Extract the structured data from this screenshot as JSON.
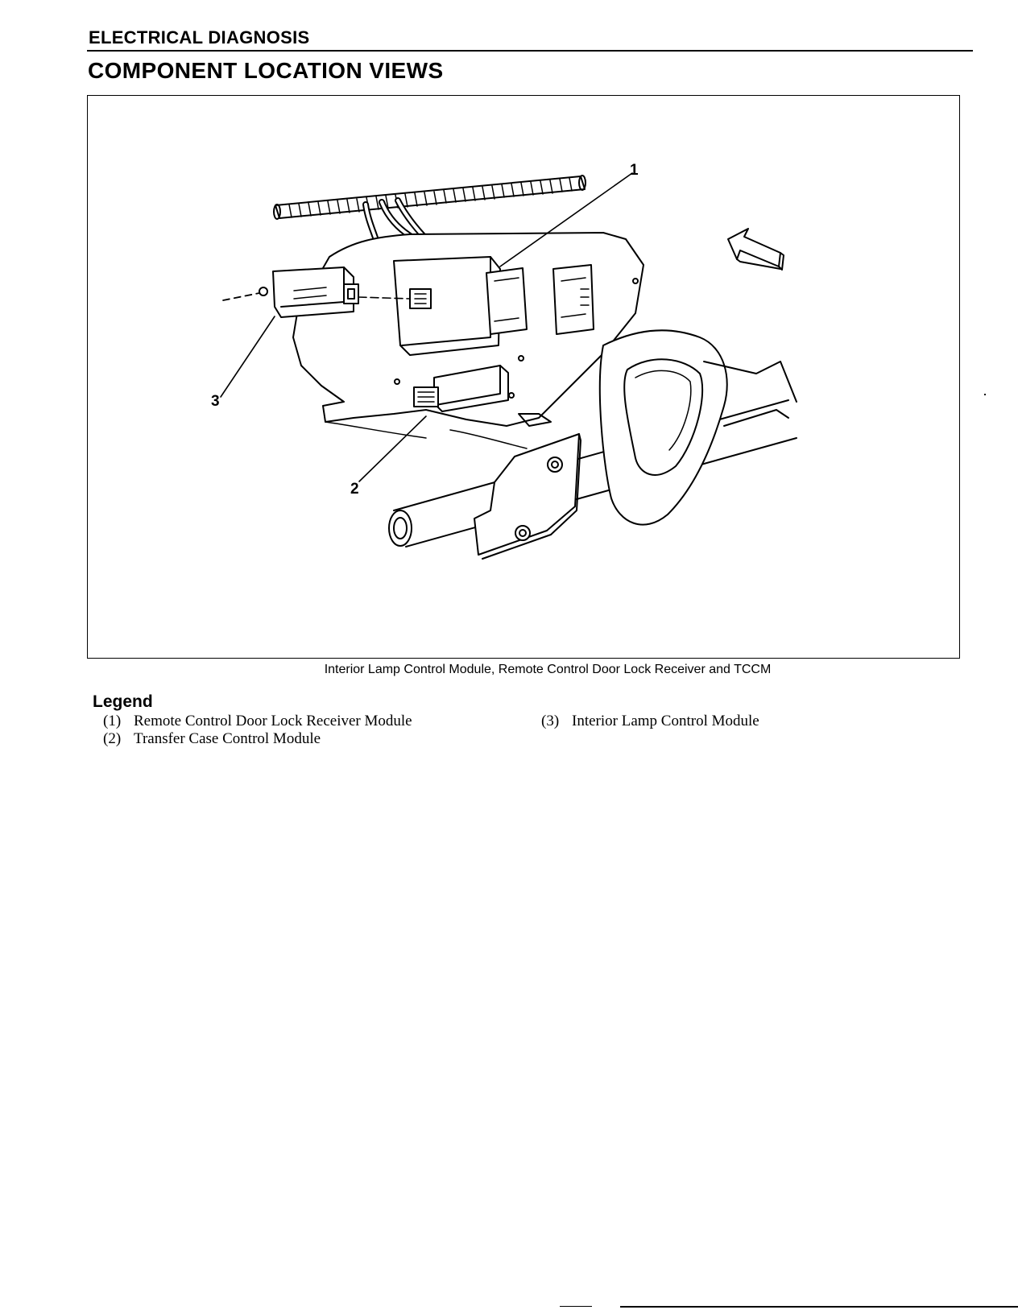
{
  "header": {
    "section": "ELECTRICAL DIAGNOSIS",
    "title": "COMPONENT LOCATION VIEWS"
  },
  "figure": {
    "callouts": [
      "1",
      "2",
      "3"
    ],
    "caption": "Interior Lamp Control Module, Remote Control Door Lock Receiver and TCCM"
  },
  "legend": {
    "title": "Legend",
    "items": [
      {
        "num": "(1)",
        "text": "Remote Control Door Lock Receiver Module"
      },
      {
        "num": "(2)",
        "text": "Transfer Case Control Module"
      },
      {
        "num": "(3)",
        "text": "Interior Lamp Control Module"
      }
    ]
  }
}
